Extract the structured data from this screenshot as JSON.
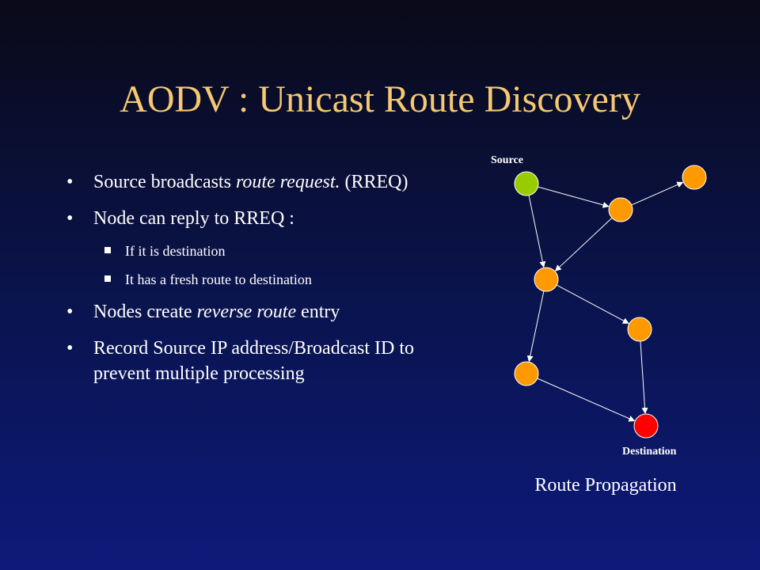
{
  "slide": {
    "title": "AODV : Unicast Route Discovery",
    "caption": "Route Propagation"
  },
  "bullets": {
    "b1": {
      "text": "Source broadcasts ",
      "em": "route request.",
      "rest": " (RREQ)"
    },
    "b2": {
      "text": "Node can reply to RREQ :"
    },
    "sub1": "If it is destination",
    "sub2": "It has a fresh route to destination",
    "b3": {
      "text": "Nodes create ",
      "em": "reverse route",
      "rest": " entry"
    },
    "b4": {
      "text": "Record Source IP address/Broadcast  ID to prevent multiple processing"
    }
  },
  "diagram": {
    "source_label": "Source",
    "destination_label": "Destination",
    "colors": {
      "source": "#99cc00",
      "intermediate": "#ff9900",
      "destination": "#ff0000",
      "edge": "#ffffff",
      "node_stroke": "#ffffff"
    },
    "nodes": [
      {
        "id": "source",
        "role": "source"
      },
      {
        "id": "n1",
        "role": "intermediate"
      },
      {
        "id": "n2",
        "role": "intermediate"
      },
      {
        "id": "n3",
        "role": "intermediate"
      },
      {
        "id": "n4",
        "role": "intermediate"
      },
      {
        "id": "n5",
        "role": "intermediate"
      },
      {
        "id": "destination",
        "role": "destination"
      }
    ],
    "edges": [
      [
        "source",
        "n1"
      ],
      [
        "n1",
        "n2"
      ],
      [
        "source",
        "n3"
      ],
      [
        "n1",
        "n3"
      ],
      [
        "n3",
        "n4"
      ],
      [
        "n3",
        "n5"
      ],
      [
        "n4",
        "destination"
      ],
      [
        "n5",
        "destination"
      ]
    ]
  }
}
